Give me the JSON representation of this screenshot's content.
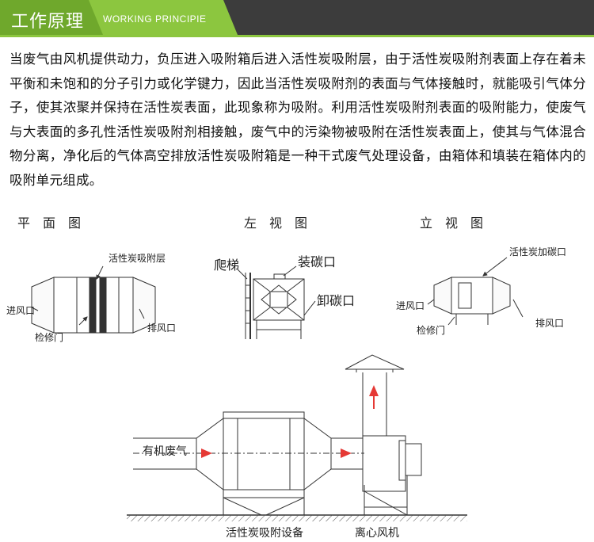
{
  "header": {
    "title": "工作原理",
    "subtitle": "WORKING PRINCIPIE",
    "colors": {
      "dark": "#3c3c3c",
      "accent": "#8cc63f"
    }
  },
  "paragraph": "当废气由风机提供动力，负压进入吸附箱后进入活性炭吸附层，由于活性炭吸附剂表面上存在着未平衡和未饱和的分子引力或化学键力，因此当活性炭吸附剂的表面与气体接触时，就能吸引气体分子，使其浓聚并保持在活性炭表面，此现象称为吸附。利用活性炭吸附剂表面的吸附能力，使废气与大表面的多孔性活性炭吸附剂相接触，废气中的污染物被吸附在活性炭表面上，使其与气体混合物分离，净化后的气体高空排放活性炭吸附箱是一种干式废气处理设备，由箱体和填装在箱体内的吸附单元组成。",
  "diagrams": {
    "plan": {
      "title": "平面图",
      "layer": "活性炭吸附层",
      "inlet": "进风口",
      "door": "检修门",
      "outlet": "排风口"
    },
    "left": {
      "title": "左视图",
      "ladder": "爬梯",
      "load": "装碳口",
      "unload": "卸碳口"
    },
    "front": {
      "title": "立视图",
      "refill": "活性炭加碳口",
      "inlet": "进风口",
      "door": "检修门",
      "outlet": "排风口"
    },
    "system": {
      "gas": "有机废气",
      "device": "活性炭吸附设备",
      "fan": "离心风机"
    }
  }
}
